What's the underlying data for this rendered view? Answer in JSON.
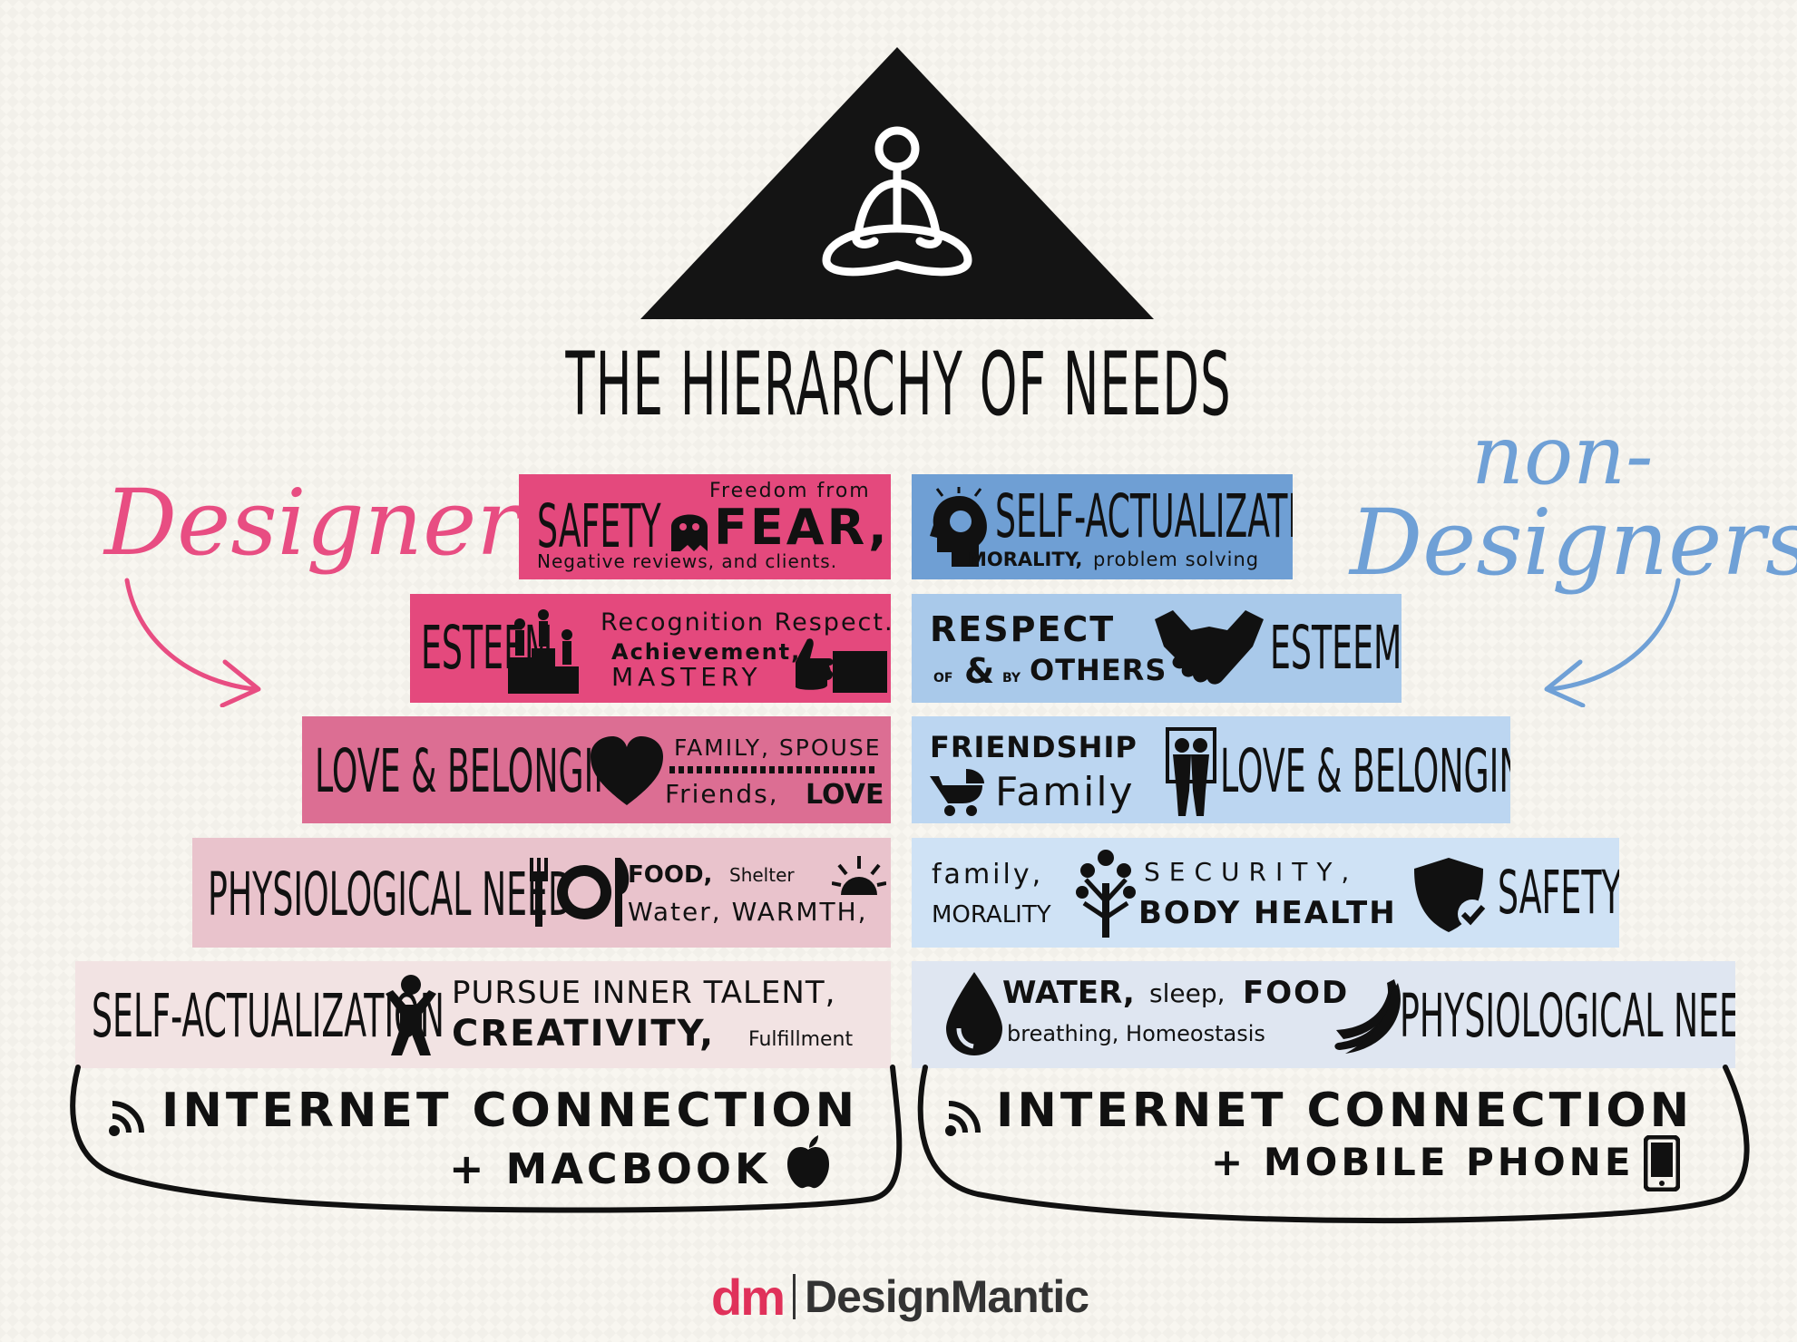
{
  "title": "THE HIERARCHY OF NEEDS",
  "left_heading": "Designers",
  "right_heading_line1": "non-",
  "right_heading_line2": "Designers",
  "colors": {
    "designers": "#e84d82",
    "non_designers": "#6fa0d6",
    "pink_levels": [
      "#e4497d",
      "#e4497d",
      "#dc6e93",
      "#e9c3cc",
      "#f2e3e3"
    ],
    "blue_levels": [
      "#6f9fd4",
      "#a9c9ea",
      "#bcd6f1",
      "#cfe2f5",
      "#dfe6f1"
    ]
  },
  "designers": {
    "levels": [
      {
        "title": "SAFETY",
        "icon": "ghost-icon",
        "lines": [
          "Freedom from",
          "FEAR,",
          "Negative reviews, and clients."
        ]
      },
      {
        "title": "ESTEEM",
        "icon": "podium-icon",
        "lines": [
          "Recognition Respect.",
          "Achievement,",
          "MASTERY"
        ],
        "icon2": "thumbs-up-icon"
      },
      {
        "title": "LOVE & BELONGING",
        "icon": "heart-icon",
        "lines": [
          "FAMILY, SPOUSE",
          "Friends,",
          "LOVE"
        ]
      },
      {
        "title": "PHYSIOLOGICAL NEEDS",
        "icon": "plate-icon",
        "lines": [
          "FOOD,",
          "Shelter",
          "Water, WARMTH,"
        ],
        "icon2": "sun-icon"
      },
      {
        "title": "SELF-ACTUALIZATION",
        "icon": "person-icon",
        "lines": [
          "PURSUE INNER TALENT,",
          "CREATIVITY,",
          "Fulfillment"
        ]
      }
    ],
    "base": {
      "line1": "INTERNET CONNECTION",
      "line2": "+ MACBOOK",
      "icon": "wifi-icon",
      "icon2": "apple-icon"
    }
  },
  "non_designers": {
    "levels": [
      {
        "title": "SELF-ACTUALIZATION",
        "icon": "brain-icon",
        "lines": [
          "MORALITY,",
          "problem solving"
        ]
      },
      {
        "title": "ESTEEM",
        "icon": "handshake-icon",
        "lines": [
          "RESPECT",
          "OF",
          "&",
          "BY",
          "OTHERS"
        ]
      },
      {
        "title": "LOVE & BELONGING",
        "icon": "couple-icon",
        "lines": [
          "FRIENDSHIP",
          "Family"
        ],
        "icon2": "stroller-icon"
      },
      {
        "title": "SAFETY",
        "icon": "shield-icon",
        "lines": [
          "family,",
          "SECURITY,",
          "MORALITY",
          "BODY HEALTH"
        ],
        "icon2": "tree-icon"
      },
      {
        "title": "PHYSIOLOGICAL NEEDS",
        "icon": "drop-icon",
        "lines": [
          "WATER,",
          "sleep,",
          "FOOD",
          "breathing, Homeostasis"
        ],
        "icon2": "banana-icon"
      }
    ],
    "base": {
      "line1": "INTERNET CONNECTION",
      "line2": "+ MOBILE PHONE",
      "icon": "wifi-icon",
      "icon2": "phone-icon"
    }
  },
  "brand": {
    "mark": "dm",
    "name": "DesignMantic"
  }
}
